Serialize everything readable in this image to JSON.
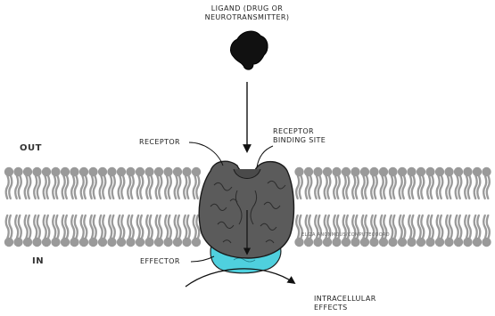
{
  "labels": {
    "ligand": [
      "LIGAND (DRUG OR",
      "NEUROTRANSMITTER)"
    ],
    "out": "OUT",
    "in": "IN",
    "receptor": "RECEPTOR",
    "binding_site": [
      "RECEPTOR",
      "BINDING SITE"
    ],
    "effector": "EFFECTOR",
    "intracellular": [
      "INTRACELLULAR",
      "EFFECTS"
    ],
    "credit": "ELIZA ANONMOUS/COMPUTECOORD"
  },
  "colors": {
    "membrane": "#9a9a9a",
    "receptor": "#5a5a5a",
    "effector": "#4fd0de",
    "ligand": "#111111"
  }
}
